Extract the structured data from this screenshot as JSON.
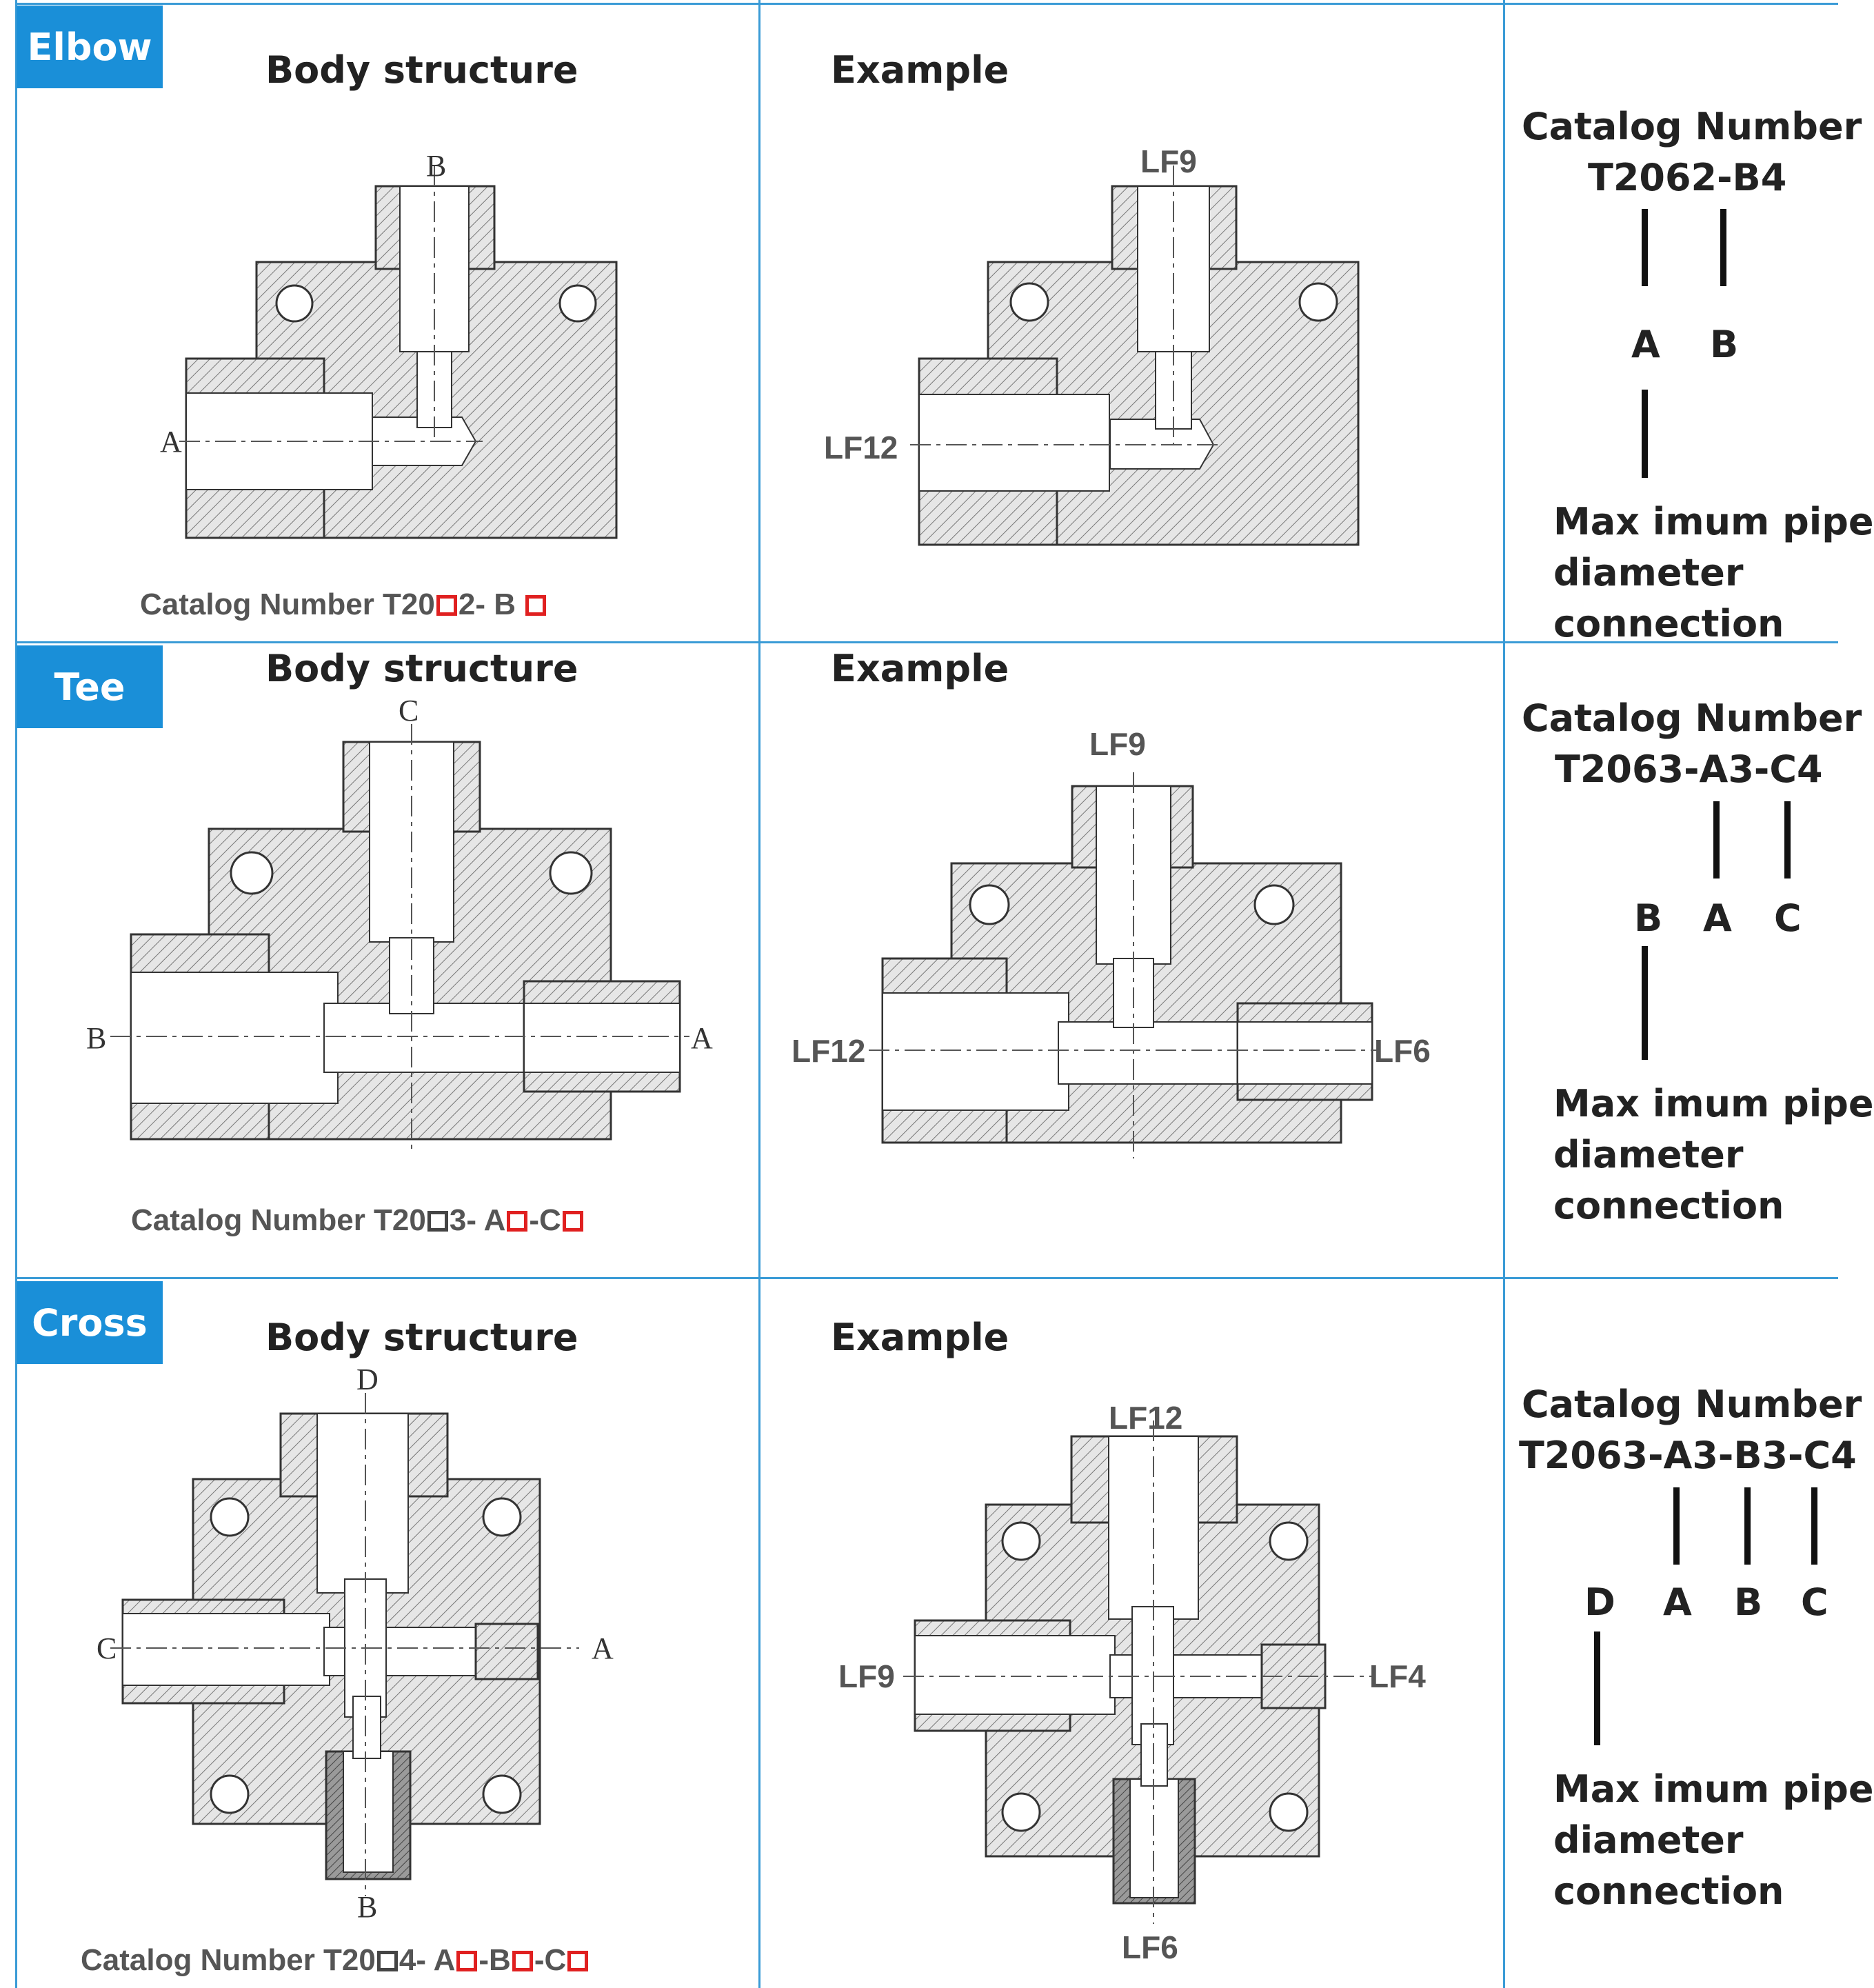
{
  "sections": [
    {
      "badge": "Elbow",
      "body_title": "Body structure",
      "example_title": "Example",
      "caption_prefix": "Catalog Number T20",
      "caption_mid": "2- B",
      "ports": [
        "A",
        "B"
      ],
      "example_ports": [
        "LF12",
        "LF9"
      ],
      "catalog_label": "Catalog Number",
      "catalog_value": "T2062-B4",
      "tick_letters": [
        "A",
        "B"
      ],
      "note_lines": [
        "Max imum pipe",
        "diameter",
        "connection"
      ]
    },
    {
      "badge": "Tee",
      "body_title": "Body structure",
      "example_title": "Example",
      "caption_prefix": "Catalog Number T20",
      "caption_mid": "3- A",
      "caption_mid2": "-C",
      "ports": [
        "B",
        "C",
        "A"
      ],
      "example_ports": [
        "LF12",
        "LF9",
        "LF6"
      ],
      "catalog_label": "Catalog Number",
      "catalog_value": "T2063-A3-C4",
      "tick_letters": [
        "B",
        "A",
        "C"
      ],
      "note_lines": [
        "Max imum pipe",
        "diameter",
        "connection"
      ]
    },
    {
      "badge": "Cross",
      "body_title": "Body structure",
      "example_title": "Example",
      "caption_prefix": "Catalog Number T20",
      "caption_mid": "4- A",
      "caption_mid2": "-B",
      "caption_mid3": "-C",
      "ports": [
        "C",
        "D",
        "A",
        "B"
      ],
      "example_ports": [
        "LF9",
        "LF12",
        "LF4",
        "LF6"
      ],
      "catalog_label": "Catalog Number",
      "catalog_value": "T2063-A3-B3-C4",
      "tick_letters": [
        "D",
        "A",
        "B",
        "C"
      ],
      "note_lines": [
        "Max imum pipe",
        "diameter",
        "connection"
      ]
    }
  ],
  "colors": {
    "accent": "#1a8fd8",
    "grid": "#3a9bd6",
    "highlight_box": "#e02020"
  }
}
